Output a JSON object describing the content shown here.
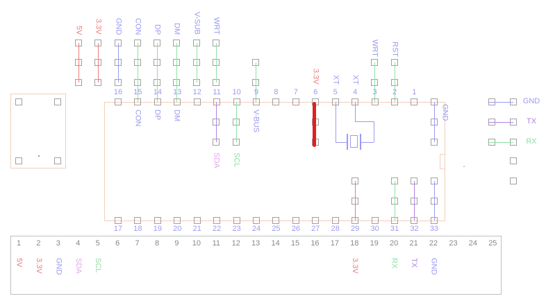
{
  "colors": {
    "red": "#f07a7a",
    "blue": "#9a9af2",
    "green": "#8ee0a4",
    "purple": "#b083e6",
    "pink": "#e6a3f0",
    "pad": "#a0a0a0",
    "outline": "#f3cdb8",
    "connector": "#c0c0c0",
    "pin_number": "#9a9af2",
    "connector_number": "#888888",
    "jumper": "#e02020"
  },
  "top_header": [
    {
      "label": "5V",
      "color": "red"
    },
    {
      "label": "3.3V",
      "color": "red"
    },
    {
      "label": "GND",
      "color": "blue"
    },
    {
      "label": "CON",
      "color": "blue"
    },
    {
      "label": "DP",
      "color": "blue"
    },
    {
      "label": "DM",
      "color": "blue"
    },
    {
      "label": "V-SUB",
      "color": "blue"
    },
    {
      "label": "WRT",
      "color": "blue"
    }
  ],
  "right_top_header": [
    {
      "label": "WRT",
      "color": "blue"
    },
    {
      "label": "RST",
      "color": "blue"
    }
  ],
  "chip": {
    "top_pins": [
      "16",
      "15",
      "14",
      "13",
      "12",
      "11",
      "10",
      "9",
      "8",
      "7",
      "6",
      "5",
      "4",
      "3",
      "2",
      "1"
    ],
    "bottom_pins": [
      "17",
      "18",
      "19",
      "20",
      "21",
      "22",
      "23",
      "24",
      "25",
      "26",
      "27",
      "28",
      "29",
      "30",
      "31",
      "32",
      "33"
    ],
    "top_pin_labels": {
      "p6": "3.3V",
      "p5": "XT",
      "p4": "XT"
    },
    "below_labels": {
      "con": "CON",
      "dp": "DP",
      "dm": "DM",
      "vbus": "V-BUS",
      "sda": "SDA",
      "scl": "SCL",
      "gnd": "GND"
    }
  },
  "right_header": [
    {
      "label": "GND",
      "color": "blue"
    },
    {
      "label": "TX",
      "color": "purple"
    },
    {
      "label": "RX",
      "color": "green"
    }
  ],
  "connector": {
    "numbers": [
      "1",
      "2",
      "3",
      "4",
      "5",
      "6",
      "7",
      "8",
      "9",
      "10",
      "11",
      "12",
      "13",
      "14",
      "15",
      "16",
      "17",
      "18",
      "19",
      "20",
      "21",
      "22",
      "23",
      "24",
      "25"
    ],
    "labels": [
      {
        "pin": 1,
        "label": "5V",
        "color": "red"
      },
      {
        "pin": 2,
        "label": "3.3V",
        "color": "red"
      },
      {
        "pin": 3,
        "label": "GND",
        "color": "blue"
      },
      {
        "pin": 4,
        "label": "SDA",
        "color": "pink"
      },
      {
        "pin": 5,
        "label": "SCL",
        "color": "green"
      },
      {
        "pin": 18,
        "label": "3.3V",
        "color": "red"
      },
      {
        "pin": 20,
        "label": "RX",
        "color": "green"
      },
      {
        "pin": 21,
        "label": "TX",
        "color": "purple"
      },
      {
        "pin": 22,
        "label": "GND",
        "color": "blue"
      }
    ]
  }
}
